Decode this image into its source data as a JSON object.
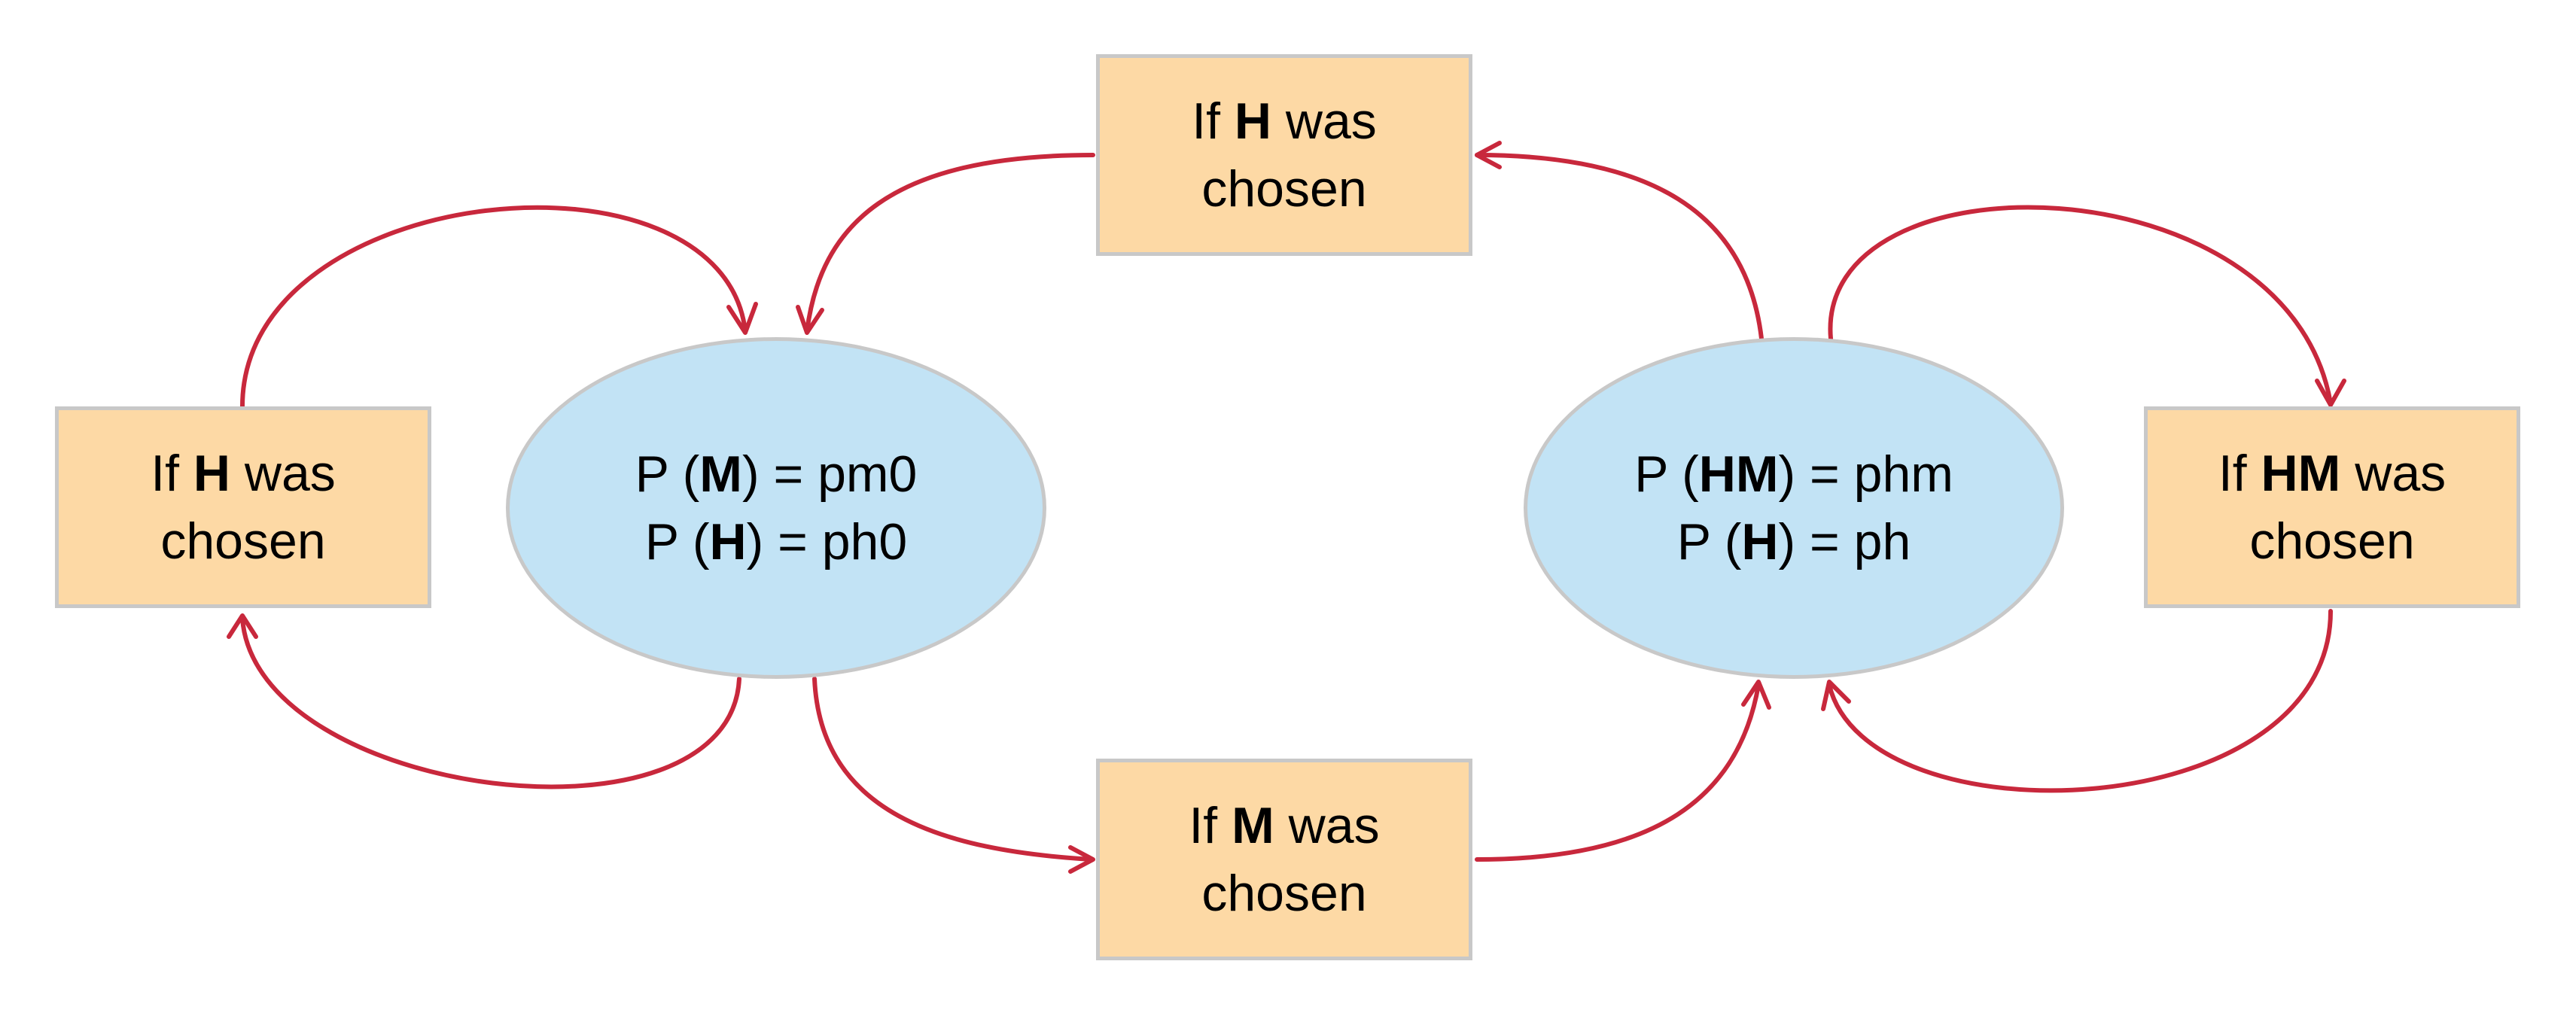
{
  "colors": {
    "box_fill": "#fdd9a5",
    "ellipse_fill": "#c2e3f5",
    "border": "#c8c8c8",
    "arrow": "#c8283c"
  },
  "nodes": {
    "box_left": {
      "pre": "If ",
      "bold": "H",
      "post": " was",
      "line2": "chosen"
    },
    "box_top": {
      "pre": "If ",
      "bold": "H",
      "post": " was",
      "line2": "chosen"
    },
    "box_bottom": {
      "pre": "If ",
      "bold": "M",
      "post": " was",
      "line2": "chosen"
    },
    "box_right": {
      "pre": "If ",
      "bold": "HM",
      "post": " was",
      "line2": "chosen"
    },
    "state_left": {
      "line1": {
        "pre": "P (",
        "bold": "M",
        "post": ") = pm0"
      },
      "line2": {
        "pre": "P (",
        "bold": "H",
        "post": ") = ph0"
      }
    },
    "state_right": {
      "line1": {
        "pre": "P (",
        "bold": "HM",
        "post": ") = phm"
      },
      "line2": {
        "pre": "P (",
        "bold": "H",
        "post": ") = ph"
      }
    }
  }
}
